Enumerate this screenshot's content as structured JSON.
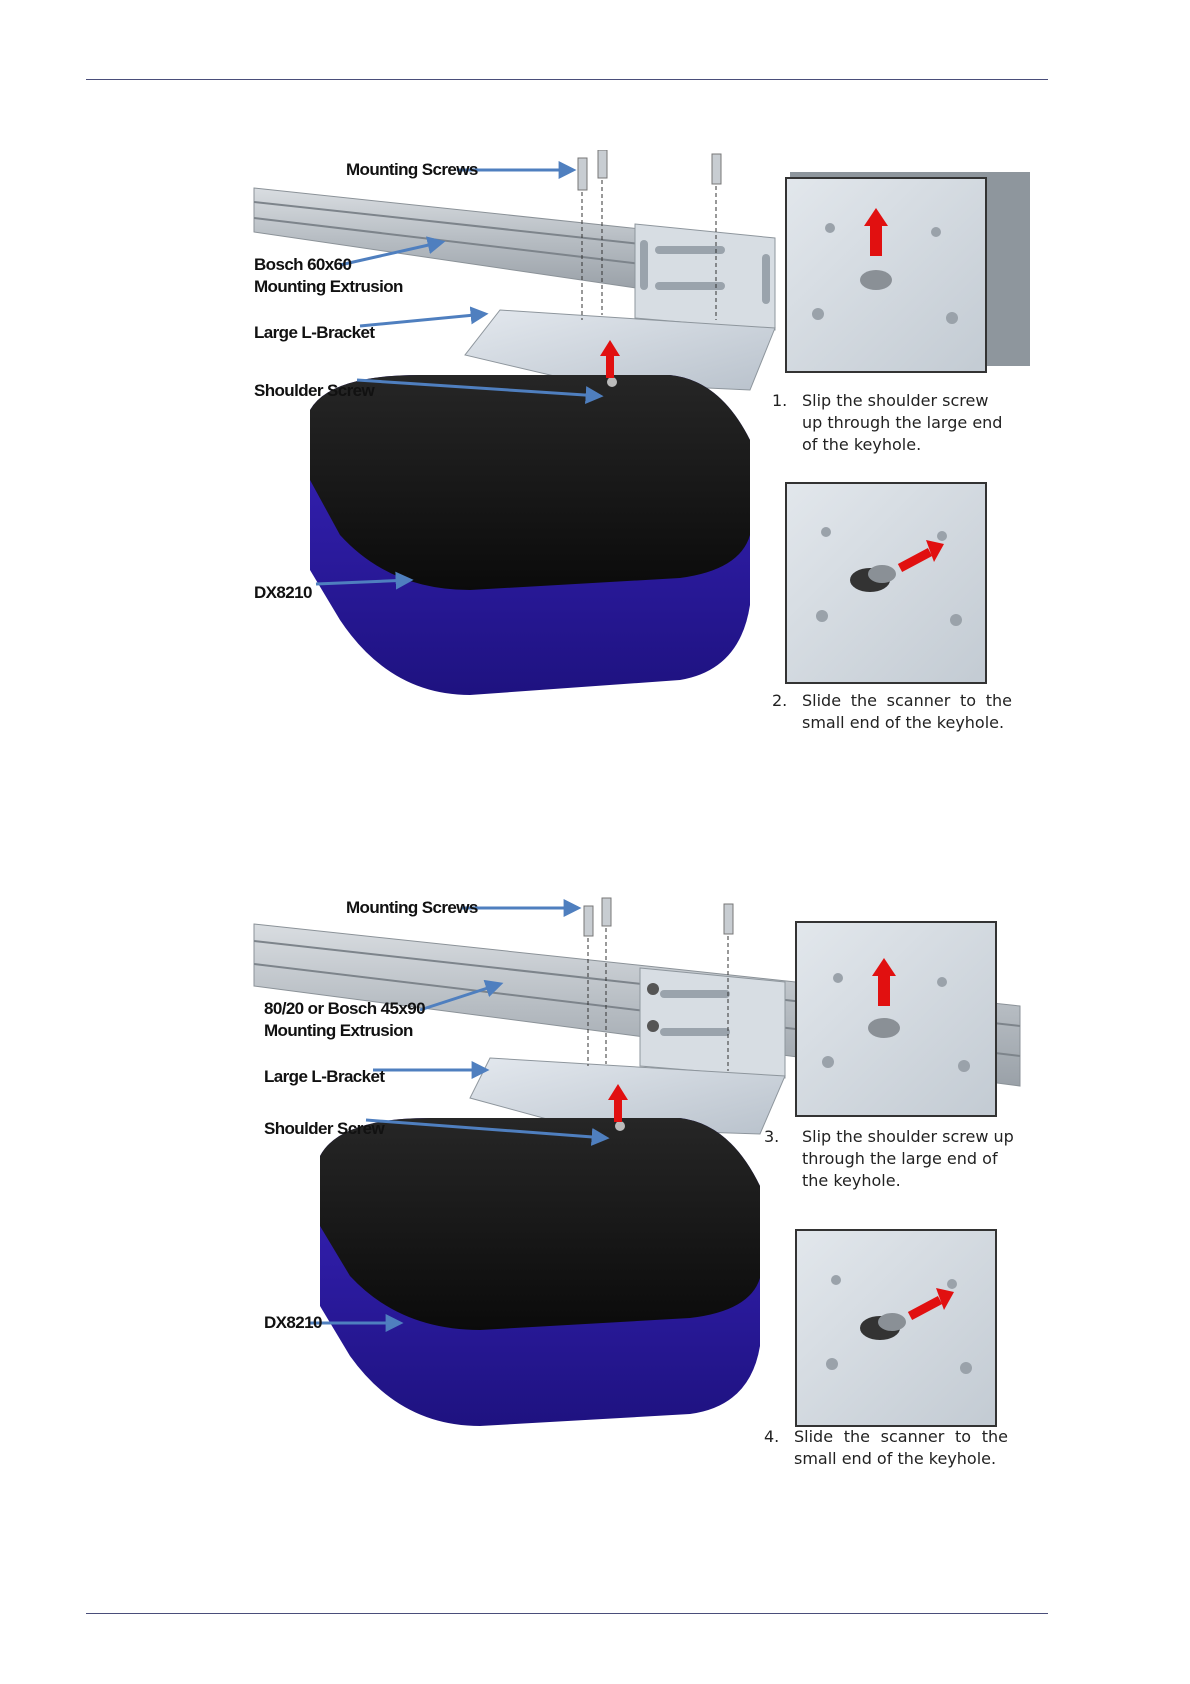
{
  "figure1": {
    "labels": {
      "mounting_screws": "Mounting Screws",
      "extrusion_line1": "Bosch 60x60",
      "extrusion_line2": "Mounting Extrusion",
      "bracket": "Large L-Bracket",
      "shoulder_screw": "Shoulder Screw",
      "scanner": "DX8210"
    },
    "steps": [
      {
        "number": "1.",
        "text": "Slip the shoulder screw up through the large end of the keyhole."
      },
      {
        "number": "2.",
        "text": "Slide the scanner to the small end of the keyhole."
      }
    ]
  },
  "figure2": {
    "labels": {
      "mounting_screws": "Mounting Screws",
      "extrusion_line1": "80/20 or Bosch 45x90",
      "extrusion_line2": "Mounting Extrusion",
      "bracket": "Large L-Bracket",
      "shoulder_screw": "Shoulder Screw",
      "scanner": "DX8210"
    },
    "steps": [
      {
        "number": "3.",
        "text": "Slip the shoulder screw up through the large end of the keyhole."
      },
      {
        "number": "4.",
        "text": "Slide the scanner to the small end of the keyhole."
      }
    ]
  },
  "colors": {
    "rule": "#4a4e7a",
    "callout_arrow": "#4f7fbf",
    "red_arrow": "#e11010",
    "scanner_body": "#141414",
    "scanner_base": "#2b1a9a"
  }
}
